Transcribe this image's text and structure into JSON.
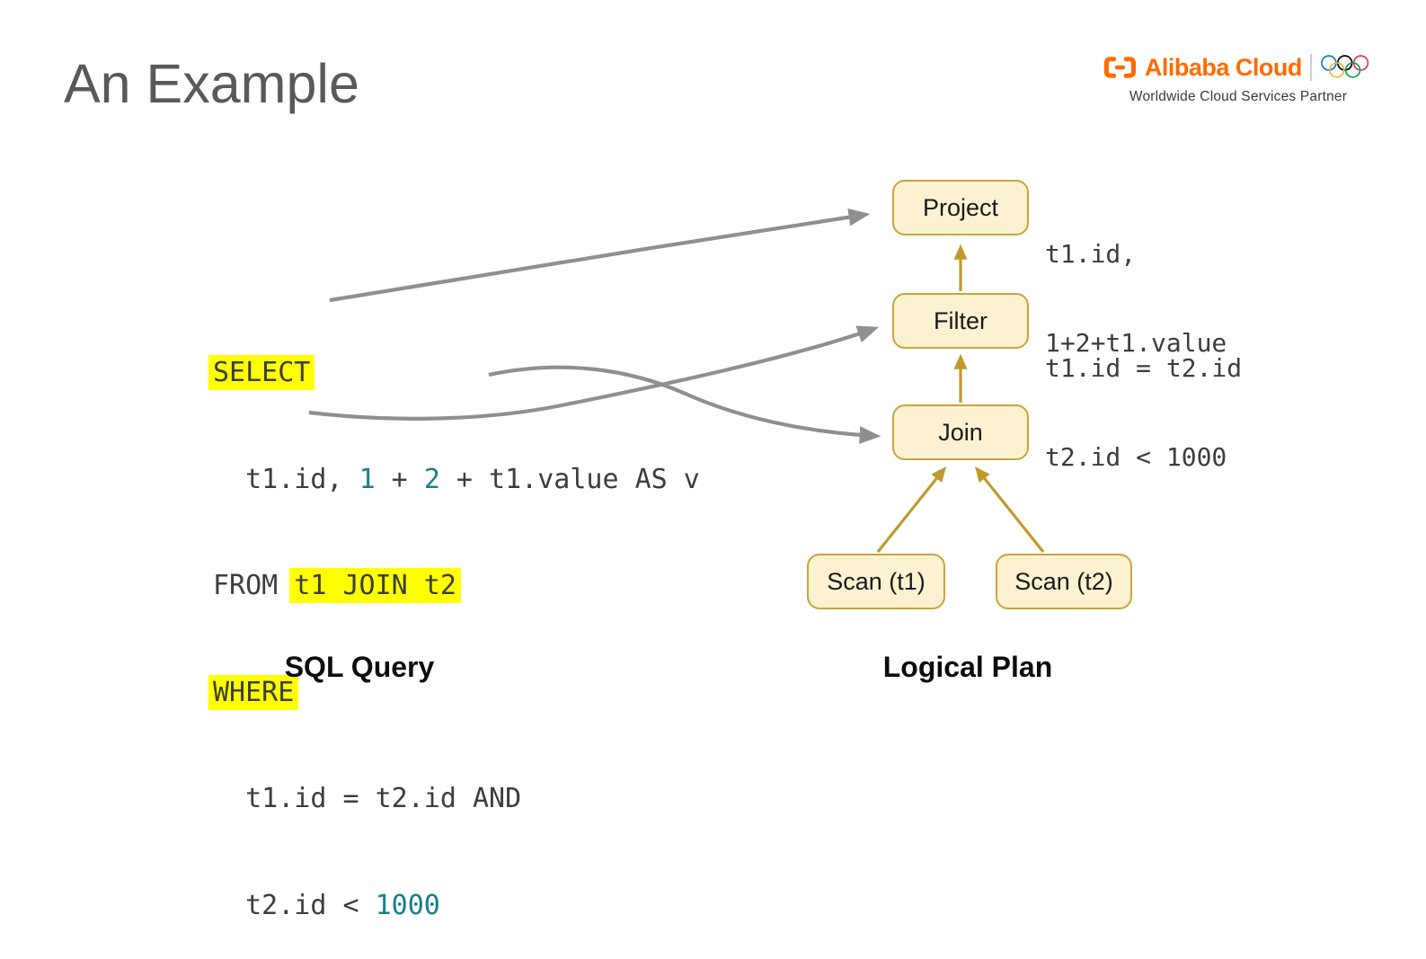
{
  "title": "An Example",
  "logo": {
    "brand": "Alibaba Cloud",
    "tagline": "Worldwide Cloud Services Partner"
  },
  "sql": {
    "l1": {
      "select": "SELECT"
    },
    "l2": {
      "a": "  t1.id, ",
      "n1": "1",
      "b": " + ",
      "n2": "2",
      "c": " + t1.value AS v"
    },
    "l3": {
      "a": "FROM ",
      "hl": "t1 JOIN t2"
    },
    "l4": {
      "where": "WHERE"
    },
    "l5": {
      "a": "  t1.id = t2.id AND"
    },
    "l6": {
      "a": "  t2.id < ",
      "n": "1000"
    }
  },
  "plan": {
    "nodes": {
      "project": "Project",
      "filter": "Filter",
      "join": "Join",
      "scan1": "Scan (t1)",
      "scan2": "Scan (t2)"
    },
    "notes": {
      "project_line1": "t1.id,",
      "project_line2": "1+2+t1.value",
      "filter_line1": "t1.id = t2.id",
      "filter_line2": "t2.id < 1000"
    }
  },
  "captions": {
    "left": "SQL Query",
    "right": "Logical Plan"
  },
  "colors": {
    "highlight_yellow": "#FFFF00",
    "code_text_gray": "#3D3D3D",
    "literal_teal": "#15808D",
    "node_fill": "#FCF2D2",
    "node_border": "#C9A43B",
    "plan_arrow_gold": "#C1992B",
    "mapping_arrow_gray": "#8F8F8F",
    "brand_orange": "#FF6A00",
    "title_gray": "#595959",
    "olympic_ring_colors": [
      "#0081C8",
      "#000000",
      "#EE334E",
      "#FCB131",
      "#00A651"
    ]
  }
}
